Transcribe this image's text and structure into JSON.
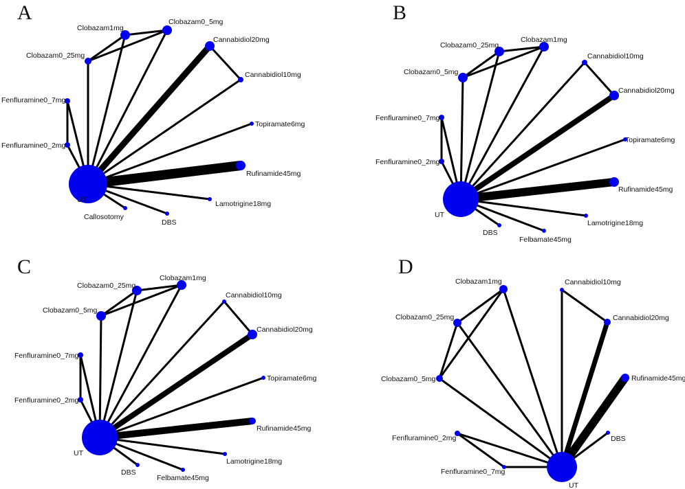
{
  "colors": {
    "node": "#0000ee",
    "edge": "#000000",
    "text": "#111111"
  },
  "panels": [
    {
      "letter": "A",
      "nodes": [
        {
          "id": "UT",
          "label": "UT",
          "size": 5
        },
        {
          "id": "Callosotomy",
          "label": "Callosotomy",
          "size": 0.3
        },
        {
          "id": "DBS",
          "label": "DBS",
          "size": 0.3
        },
        {
          "id": "Lamotrigine18mg",
          "label": "Lamotrigine18mg",
          "size": 0.3
        },
        {
          "id": "Rufinamide45mg",
          "label": "Rufinamide45mg",
          "size": 1.1
        },
        {
          "id": "Topiramate6mg",
          "label": "Topiramate6mg",
          "size": 0.3
        },
        {
          "id": "Cannabidiol10mg",
          "label": "Cannabidiol10mg",
          "size": 0.5
        },
        {
          "id": "Cannabidiol20mg",
          "label": "Cannabidiol20mg",
          "size": 1.0
        },
        {
          "id": "Clobazam0_5mg",
          "label": "Clobazam0_5mg",
          "size": 1.0
        },
        {
          "id": "Clobazam1mg",
          "label": "Clobazam1mg",
          "size": 1.0
        },
        {
          "id": "Clobazam0_25mg",
          "label": "Clobazam0_25mg",
          "size": 0.7
        },
        {
          "id": "Fenfluramine0_7mg",
          "label": "Fenfluramine0_7mg",
          "size": 0.6
        },
        {
          "id": "Fenfluramine0_2mg",
          "label": "Fenfluramine0_2mg",
          "size": 0.6
        }
      ],
      "edges": [
        {
          "from": "UT",
          "to": "Rufinamide45mg",
          "weight": 14
        },
        {
          "from": "UT",
          "to": "Cannabidiol20mg",
          "weight": 9
        },
        {
          "from": "UT",
          "to": "Callosotomy",
          "weight": 3
        },
        {
          "from": "UT",
          "to": "DBS",
          "weight": 3
        },
        {
          "from": "UT",
          "to": "Lamotrigine18mg",
          "weight": 3
        },
        {
          "from": "UT",
          "to": "Topiramate6mg",
          "weight": 3
        },
        {
          "from": "UT",
          "to": "Cannabidiol10mg",
          "weight": 3
        },
        {
          "from": "UT",
          "to": "Clobazam0_5mg",
          "weight": 3
        },
        {
          "from": "UT",
          "to": "Clobazam1mg",
          "weight": 3
        },
        {
          "from": "UT",
          "to": "Clobazam0_25mg",
          "weight": 3
        },
        {
          "from": "UT",
          "to": "Fenfluramine0_7mg",
          "weight": 3
        },
        {
          "from": "UT",
          "to": "Fenfluramine0_2mg",
          "weight": 3
        },
        {
          "from": "Fenfluramine0_7mg",
          "to": "Fenfluramine0_2mg",
          "weight": 3
        },
        {
          "from": "Clobazam0_25mg",
          "to": "Clobazam1mg",
          "weight": 3
        },
        {
          "from": "Clobazam0_25mg",
          "to": "Clobazam0_5mg",
          "weight": 3
        },
        {
          "from": "Clobazam1mg",
          "to": "Clobazam0_5mg",
          "weight": 3
        },
        {
          "from": "Cannabidiol20mg",
          "to": "Cannabidiol10mg",
          "weight": 3
        }
      ]
    },
    {
      "letter": "B",
      "nodes": [
        {
          "id": "UT",
          "label": "UT",
          "size": 5
        },
        {
          "id": "DBS",
          "label": "DBS",
          "size": 0.3
        },
        {
          "id": "Felbamate45mg",
          "label": "Felbamate45mg",
          "size": 0.3
        },
        {
          "id": "Lamotrigine18mg",
          "label": "Lamotrigine18mg",
          "size": 0.3
        },
        {
          "id": "Rufinamide45mg",
          "label": "Rufinamide45mg",
          "size": 1.1
        },
        {
          "id": "Topiramate6mg",
          "label": "Topiramate6mg",
          "size": 0.3
        },
        {
          "id": "Cannabidiol20mg",
          "label": "Cannabidiol20mg",
          "size": 1.0
        },
        {
          "id": "Cannabidiol10mg",
          "label": "Cannabidiol10mg",
          "size": 0.5
        },
        {
          "id": "Clobazam1mg",
          "label": "Clobazam1mg",
          "size": 1.0
        },
        {
          "id": "Clobazam0_25mg",
          "label": "Clobazam0_25mg",
          "size": 1.0
        },
        {
          "id": "Clobazam0_5mg",
          "label": "Clobazam0_5mg",
          "size": 1.0
        },
        {
          "id": "Fenfluramine0_7mg",
          "label": "Fenfluramine0_7mg",
          "size": 0.6
        },
        {
          "id": "Fenfluramine0_2mg",
          "label": "Fenfluramine0_2mg",
          "size": 0.6
        }
      ],
      "edges": [
        {
          "from": "UT",
          "to": "Rufinamide45mg",
          "weight": 12
        },
        {
          "from": "UT",
          "to": "Cannabidiol20mg",
          "weight": 8
        },
        {
          "from": "UT",
          "to": "DBS",
          "weight": 3
        },
        {
          "from": "UT",
          "to": "Felbamate45mg",
          "weight": 3
        },
        {
          "from": "UT",
          "to": "Lamotrigine18mg",
          "weight": 3
        },
        {
          "from": "UT",
          "to": "Topiramate6mg",
          "weight": 3
        },
        {
          "from": "UT",
          "to": "Cannabidiol10mg",
          "weight": 3
        },
        {
          "from": "UT",
          "to": "Clobazam1mg",
          "weight": 3
        },
        {
          "from": "UT",
          "to": "Clobazam0_25mg",
          "weight": 3
        },
        {
          "from": "UT",
          "to": "Clobazam0_5mg",
          "weight": 3
        },
        {
          "from": "UT",
          "to": "Fenfluramine0_7mg",
          "weight": 3
        },
        {
          "from": "UT",
          "to": "Fenfluramine0_2mg",
          "weight": 3
        },
        {
          "from": "Fenfluramine0_7mg",
          "to": "Fenfluramine0_2mg",
          "weight": 3
        },
        {
          "from": "Clobazam0_5mg",
          "to": "Clobazam0_25mg",
          "weight": 3
        },
        {
          "from": "Clobazam0_5mg",
          "to": "Clobazam1mg",
          "weight": 3
        },
        {
          "from": "Clobazam0_25mg",
          "to": "Clobazam1mg",
          "weight": 3
        },
        {
          "from": "Cannabidiol10mg",
          "to": "Cannabidiol20mg",
          "weight": 3
        }
      ]
    },
    {
      "letter": "C",
      "nodes": [
        {
          "id": "UT",
          "label": "UT",
          "size": 5
        },
        {
          "id": "DBS",
          "label": "DBS",
          "size": 0.3
        },
        {
          "id": "Felbamate45mg",
          "label": "Felbamate45mg",
          "size": 0.3
        },
        {
          "id": "Lamotrigine18mg",
          "label": "Lamotrigine18mg",
          "size": 0.3
        },
        {
          "id": "Rufinamide45mg",
          "label": "Rufinamide45mg",
          "size": 0.9
        },
        {
          "id": "Topiramate6mg",
          "label": "Topiramate6mg",
          "size": 0.3
        },
        {
          "id": "Cannabidiol20mg",
          "label": "Cannabidiol20mg",
          "size": 1.0
        },
        {
          "id": "Cannabidiol10mg",
          "label": "Cannabidiol10mg",
          "size": 0.3
        },
        {
          "id": "Clobazam1mg",
          "label": "Clobazam1mg",
          "size": 1.0
        },
        {
          "id": "Clobazam0_25mg",
          "label": "Clobazam0_25mg",
          "size": 1.0
        },
        {
          "id": "Clobazam0_5mg",
          "label": "Clobazam0_5mg",
          "size": 1.0
        },
        {
          "id": "Fenfluramine0_7mg",
          "label": "Fenfluramine0_7mg",
          "size": 0.6
        },
        {
          "id": "Fenfluramine0_2mg",
          "label": "Fenfluramine0_2mg",
          "size": 0.6
        }
      ],
      "edges": [
        {
          "from": "UT",
          "to": "Rufinamide45mg",
          "weight": 10
        },
        {
          "from": "UT",
          "to": "Cannabidiol20mg",
          "weight": 8
        },
        {
          "from": "UT",
          "to": "DBS",
          "weight": 3
        },
        {
          "from": "UT",
          "to": "Felbamate45mg",
          "weight": 3
        },
        {
          "from": "UT",
          "to": "Lamotrigine18mg",
          "weight": 3
        },
        {
          "from": "UT",
          "to": "Topiramate6mg",
          "weight": 3
        },
        {
          "from": "UT",
          "to": "Cannabidiol10mg",
          "weight": 3
        },
        {
          "from": "UT",
          "to": "Clobazam1mg",
          "weight": 3
        },
        {
          "from": "UT",
          "to": "Clobazam0_25mg",
          "weight": 3
        },
        {
          "from": "UT",
          "to": "Clobazam0_5mg",
          "weight": 3
        },
        {
          "from": "UT",
          "to": "Fenfluramine0_7mg",
          "weight": 3
        },
        {
          "from": "UT",
          "to": "Fenfluramine0_2mg",
          "weight": 3
        },
        {
          "from": "Fenfluramine0_7mg",
          "to": "Fenfluramine0_2mg",
          "weight": 3
        },
        {
          "from": "Clobazam0_5mg",
          "to": "Clobazam0_25mg",
          "weight": 3
        },
        {
          "from": "Clobazam0_5mg",
          "to": "Clobazam1mg",
          "weight": 3
        },
        {
          "from": "Clobazam0_25mg",
          "to": "Clobazam1mg",
          "weight": 3
        },
        {
          "from": "Cannabidiol10mg",
          "to": "Cannabidiol20mg",
          "weight": 3
        }
      ]
    },
    {
      "letter": "D",
      "nodes": [
        {
          "id": "UT",
          "label": "UT",
          "size": 4
        },
        {
          "id": "Fenfluramine0_7mg",
          "label": "Fenfluramine0_7mg",
          "size": 0.4
        },
        {
          "id": "Fenfluramine0_2mg",
          "label": "Fenfluramine0_2mg",
          "size": 0.5
        },
        {
          "id": "Clobazam0_5mg",
          "label": "Clobazam0_5mg",
          "size": 0.8
        },
        {
          "id": "Clobazam0_25mg",
          "label": "Clobazam0_25mg",
          "size": 0.8
        },
        {
          "id": "Clobazam1mg",
          "label": "Clobazam1mg",
          "size": 0.9
        },
        {
          "id": "Cannabidiol10mg",
          "label": "Cannabidiol10mg",
          "size": 0.5
        },
        {
          "id": "Cannabidiol20mg",
          "label": "Cannabidiol20mg",
          "size": 0.8
        },
        {
          "id": "Rufinamide45mg",
          "label": "Rufinamide45mg",
          "size": 0.9
        },
        {
          "id": "DBS",
          "label": "DBS",
          "size": 0.3
        }
      ],
      "edges": [
        {
          "from": "UT",
          "to": "Rufinamide45mg",
          "weight": 12
        },
        {
          "from": "UT",
          "to": "Cannabidiol20mg",
          "weight": 7
        },
        {
          "from": "UT",
          "to": "DBS",
          "weight": 3
        },
        {
          "from": "UT",
          "to": "Cannabidiol10mg",
          "weight": 3
        },
        {
          "from": "UT",
          "to": "Clobazam1mg",
          "weight": 3
        },
        {
          "from": "UT",
          "to": "Clobazam0_25mg",
          "weight": 3
        },
        {
          "from": "UT",
          "to": "Clobazam0_5mg",
          "weight": 3
        },
        {
          "from": "UT",
          "to": "Fenfluramine0_2mg",
          "weight": 3
        },
        {
          "from": "UT",
          "to": "Fenfluramine0_7mg",
          "weight": 3
        },
        {
          "from": "Fenfluramine0_2mg",
          "to": "Fenfluramine0_7mg",
          "weight": 3
        },
        {
          "from": "Clobazam1mg",
          "to": "Clobazam0_25mg",
          "weight": 3
        },
        {
          "from": "Clobazam1mg",
          "to": "Clobazam0_5mg",
          "weight": 3
        },
        {
          "from": "Clobazam0_25mg",
          "to": "Clobazam0_5mg",
          "weight": 3
        },
        {
          "from": "Cannabidiol10mg",
          "to": "Cannabidiol20mg",
          "weight": 3
        }
      ]
    }
  ]
}
